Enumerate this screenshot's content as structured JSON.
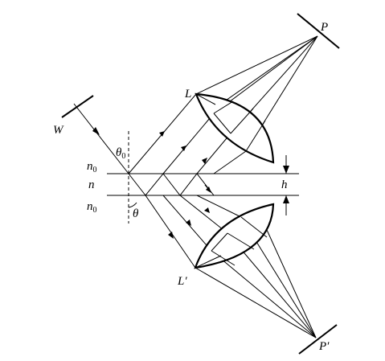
{
  "labels": {
    "P": "P",
    "P_prime": "P′",
    "L": "L",
    "L_prime": "L′",
    "W": "W",
    "theta0": "θ",
    "theta0_sub": "0",
    "theta": "θ",
    "n0_top": "n",
    "n0_top_sub": "0",
    "n": "n",
    "n0_bottom": "n",
    "n0_bottom_sub": "0",
    "h": "h"
  }
}
